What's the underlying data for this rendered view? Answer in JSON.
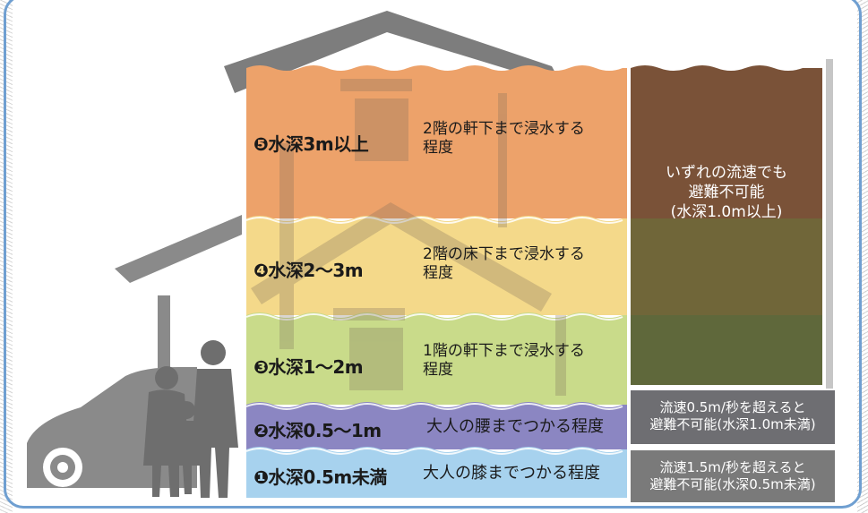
{
  "levels": [
    {
      "label": "❺水深3m以上",
      "description_line1": "2階の軒下まで浸水する",
      "description_line2": "程度",
      "color": "#eda26a"
    },
    {
      "label": "❹水深2〜3m",
      "description_line1": "2階の床下まで浸水する",
      "description_line2": "程度",
      "color": "#f4d98a"
    },
    {
      "label": "❸水深1〜2m",
      "description_line1": "1階の軒下まで浸水する",
      "description_line2": "程度",
      "color": "#c9db8a"
    },
    {
      "label": "❷水深0.5〜1m",
      "description": "大人の腰までつかる程度",
      "color": "#8b86c2"
    },
    {
      "label": "❶水深0.5m未満",
      "description": "大人の膝までつかる程度",
      "color": "#a7d2ee"
    }
  ],
  "conditions": {
    "top_line1": "いずれの流速でも",
    "top_line2": "避難不可能",
    "top_line3": "(水深1.0m以上)",
    "mid_line1": "流速0.5m/秒を超えると",
    "mid_line2": "避難不可能(水深1.0m未満)",
    "bottom_line1": "流速1.5m/秒を超えると",
    "bottom_line2": "避難不可能(水深0.5m未満)"
  },
  "colors": {
    "frame": "#6f9fd1",
    "house_gray": "#7d7d7d",
    "condition_dark": "#7a5238"
  }
}
